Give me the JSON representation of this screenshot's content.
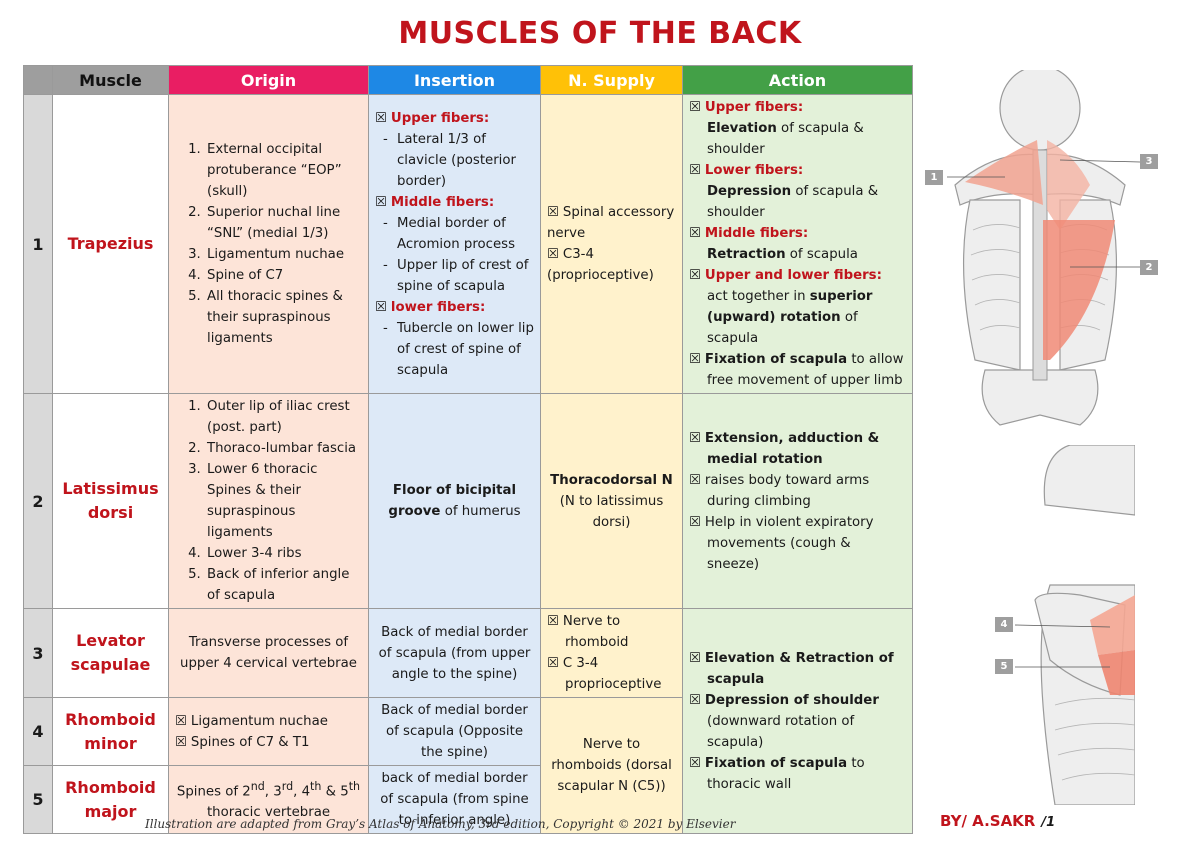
{
  "title": "MUSCLES OF THE BACK",
  "headers": {
    "muscle": "Muscle",
    "origin": "Origin",
    "insertion": "Insertion",
    "supply": "N. Supply",
    "action": "Action"
  },
  "box_glyph": "☒",
  "rows": [
    {
      "num": "1",
      "name": "Trapezius",
      "origin": [
        "External occipital protuberance “EOP” (skull)",
        "Superior nuchal line “SNL” (medial 1/3)",
        "Ligamentum nuchae",
        "Spine of C7",
        "All thoracic spines & their supraspinous ligaments"
      ],
      "insertion": {
        "upper_label": "Upper fibers:",
        "upper": "Lateral 1/3 of clavicle (posterior border)",
        "middle_label": "Middle fibers:",
        "middle": [
          "Medial border of Acromion process",
          "Upper lip of crest of spine of scapula"
        ],
        "lower_label": "lower fibers:",
        "lower": "Tubercle on lower lip of crest of spine of scapula"
      },
      "supply": [
        "Spinal accessory nerve",
        "C3-4 (proprioceptive)"
      ],
      "action": {
        "upper_label": "Upper fibers:",
        "upper_bold": "Elevation",
        "upper_rest": " of scapula & shoulder",
        "lower_label": "Lower fibers:",
        "lower_bold": "Depression",
        "lower_rest": " of scapula & shoulder",
        "middle_label": "Middle fibers:",
        "middle_bold": "Retraction",
        "middle_rest": " of scapula",
        "ul_label": "Upper and lower fibers:",
        "ul_text1": "act together in ",
        "ul_bold": "superior (upward) rotation",
        "ul_text2": " of scapula",
        "fix_bold": "Fixation of scapula",
        "fix_rest": " to allow free movement of upper limb"
      }
    },
    {
      "num": "2",
      "name": "Latissimus dorsi",
      "origin": [
        "Outer lip of iliac crest (post. part)",
        "Thoraco-lumbar fascia",
        "Lower 6 thoracic Spines & their supraspinous ligaments",
        "Lower 3-4 ribs",
        "Back of inferior angle of scapula"
      ],
      "insertion_bold": "Floor of bicipital groove",
      "insertion_rest": " of humerus",
      "supply_bold": "Thoracodorsal N",
      "supply_rest": "(N to latissimus dorsi)",
      "action": [
        "Extension, adduction & medial rotation",
        "raises body toward arms during climbing",
        "Help in violent expiratory movements (cough & sneeze)"
      ]
    },
    {
      "num": "3",
      "name": "Levator scapulae",
      "origin": "Transverse processes of upper 4 cervical vertebrae",
      "insertion": "Back of medial border of scapula (from upper angle to the spine)",
      "supply": [
        "Nerve to rhomboid",
        "C 3-4 proprioceptive"
      ]
    },
    {
      "num": "4",
      "name": "Rhomboid minor",
      "origin": [
        "Ligamentum nuchae",
        "Spines of C7 & T1"
      ],
      "insertion": "Back of medial border of scapula (Opposite the spine)"
    },
    {
      "num": "5",
      "name": "Rhomboid major",
      "origin_html": "Spines of 2<sup>nd</sup>, 3<sup>rd</sup>, 4<sup>th</sup> & 5<sup>th</sup> thoracic vertebrae",
      "insertion": "back of medial border of scapula (from spine to inferior angle)"
    }
  ],
  "shared": {
    "supply_45": "Nerve to rhomboids (dorsal scapular N (C5))",
    "action_345": {
      "a1": "Elevation & Retraction of scapula",
      "a2_bold": "Depression of shoulder",
      "a2_rest": "(downward rotation of scapula)",
      "a3_bold": "Fixation of scapula",
      "a3_rest": " to thoracic wall"
    }
  },
  "figure_labels": [
    "1",
    "3",
    "2",
    "4",
    "5"
  ],
  "footer": "Illustration are adapted from Gray’s Atlas of Anatomy, 3rd edition, Copyright © 2021 by Elsevier",
  "author": "BY/ A.SAKR",
  "page": "/1",
  "colors": {
    "title": "#c0141c",
    "origin": "#e91e63",
    "insertion": "#1e88e5",
    "supply": "#ffc107",
    "action": "#43a047"
  }
}
